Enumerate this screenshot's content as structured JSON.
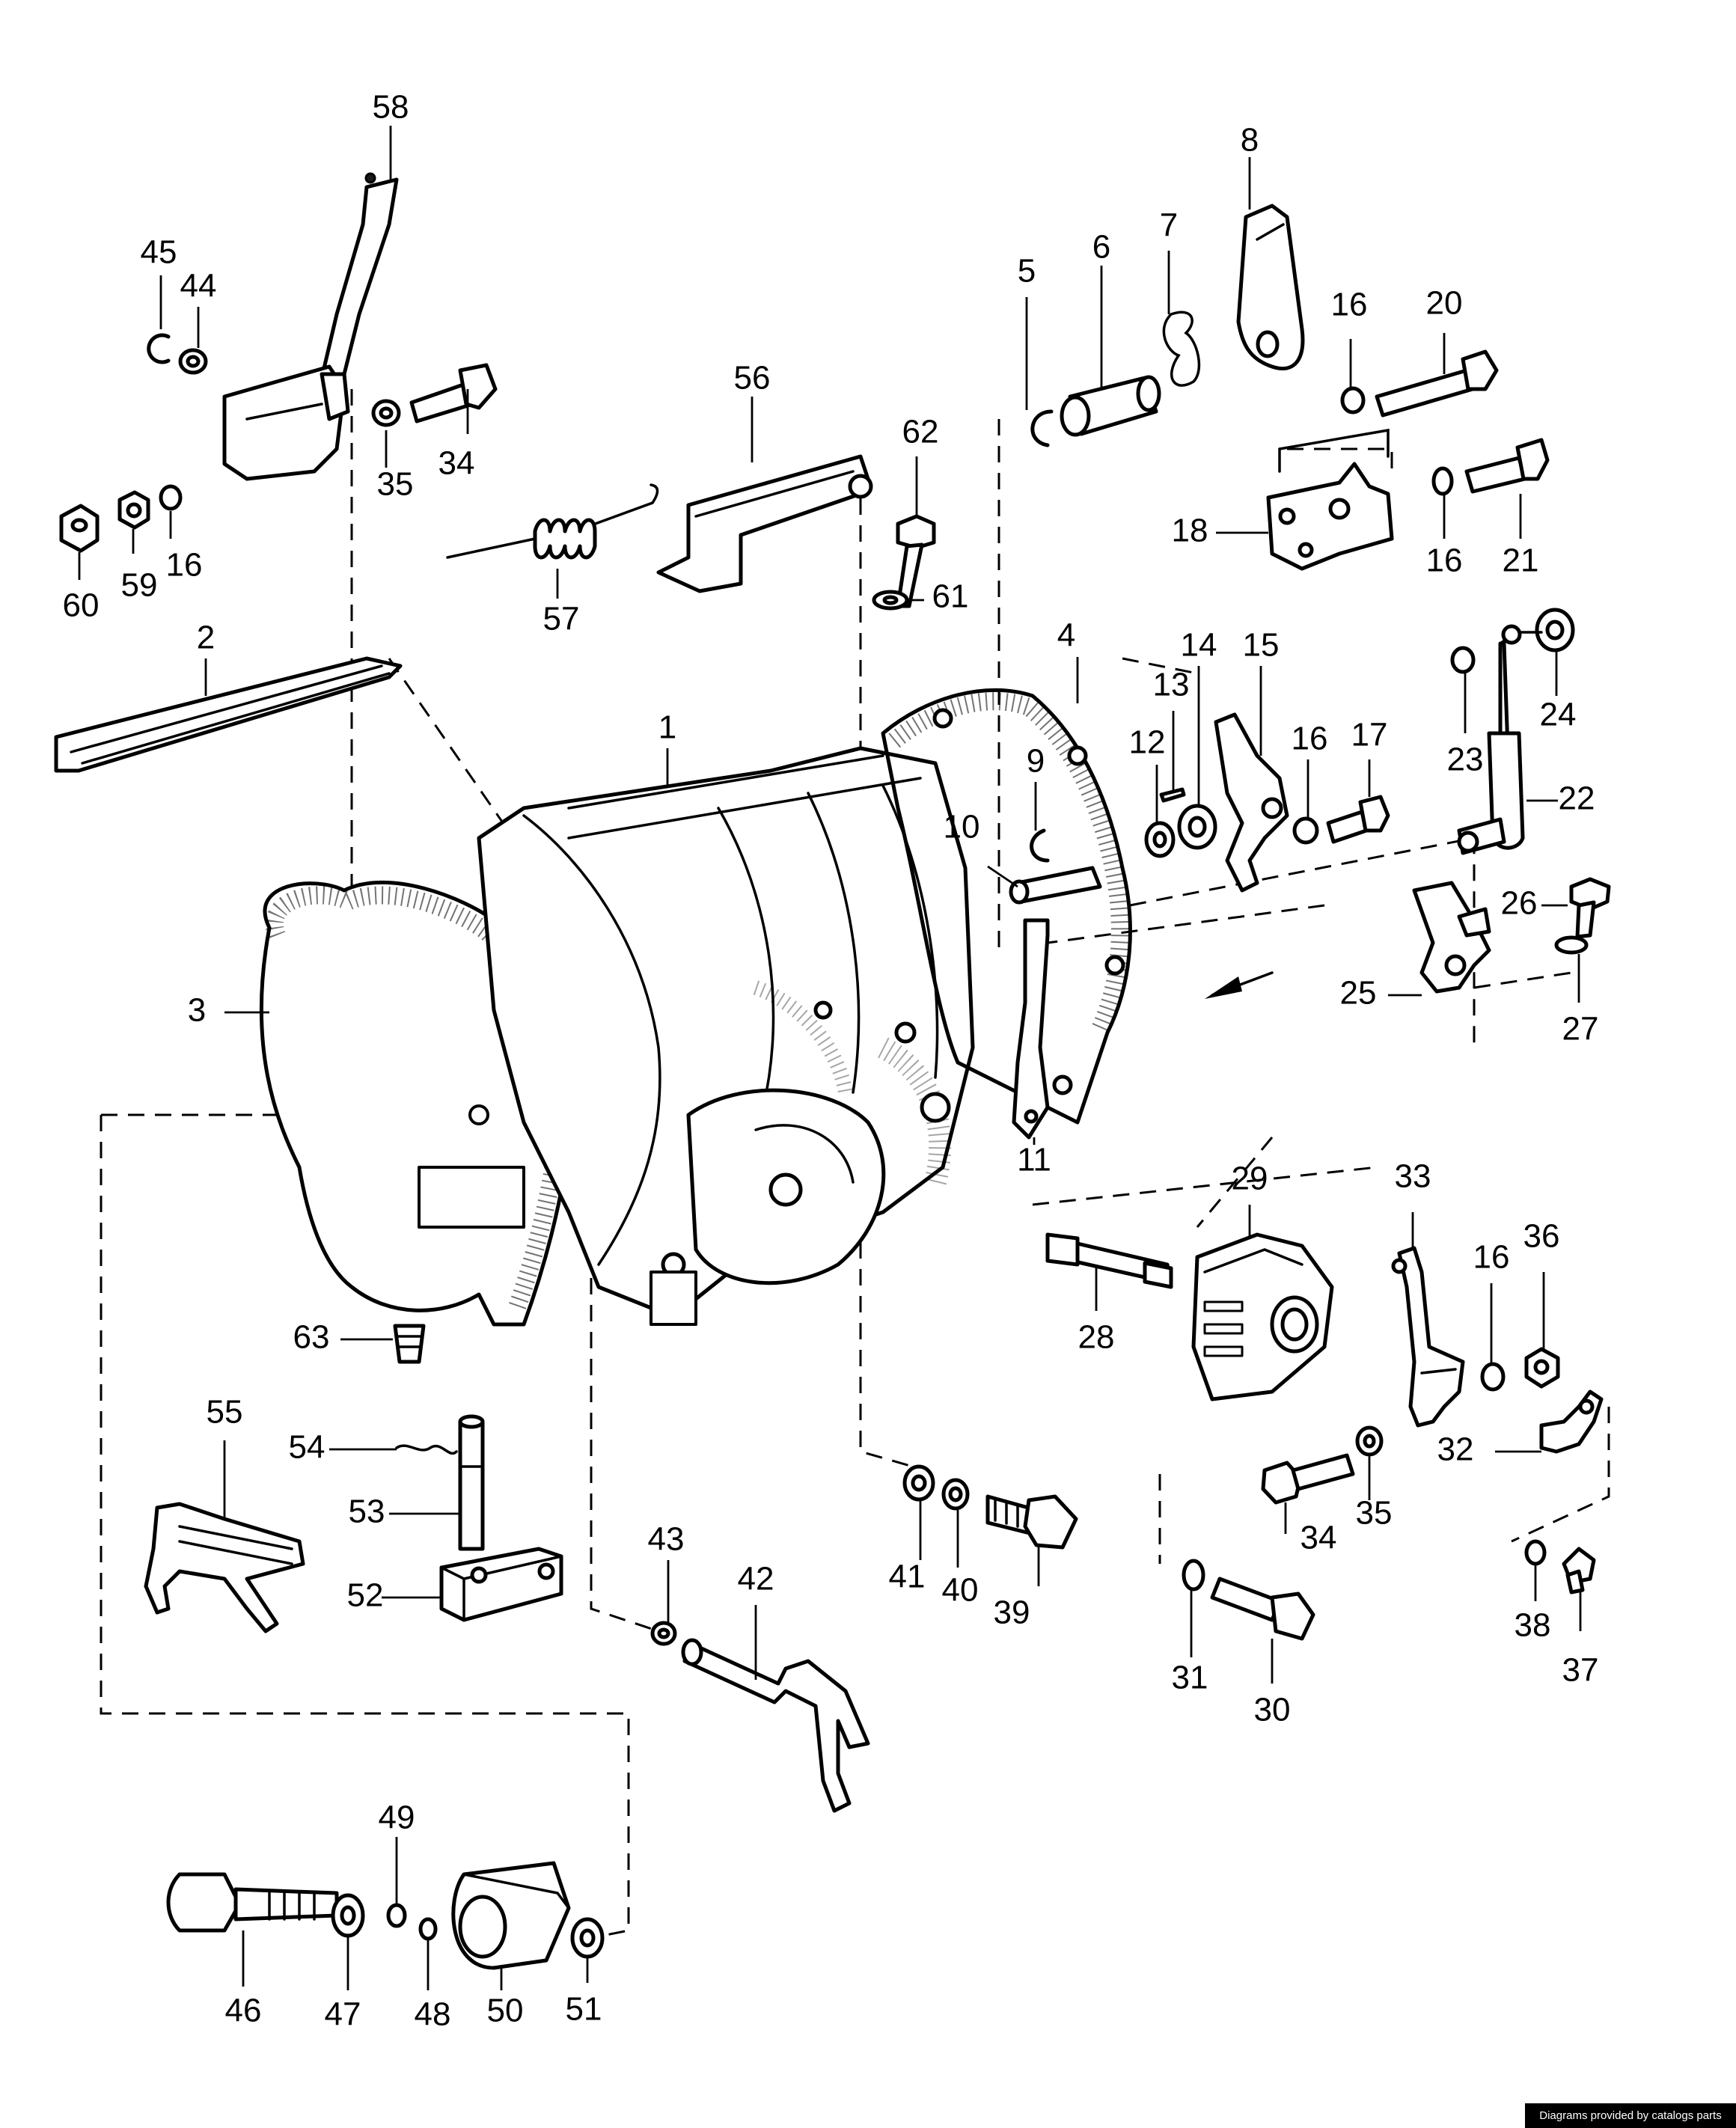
{
  "labels": {
    "p1": "1",
    "p2": "2",
    "p3": "3",
    "p4": "4",
    "p5": "5",
    "p6": "6",
    "p7": "7",
    "p8": "8",
    "p9": "9",
    "p10": "10",
    "p11": "11",
    "p12": "12",
    "p13": "13",
    "p14": "14",
    "p15": "15",
    "p16": "16",
    "p17": "17",
    "p18": "18",
    "p20": "20",
    "p21": "21",
    "p22": "22",
    "p23": "23",
    "p24": "24",
    "p25": "25",
    "p26": "26",
    "p27": "27",
    "p28": "28",
    "p29": "29",
    "p30": "30",
    "p31": "31",
    "p32": "32",
    "p33": "33",
    "p34": "34",
    "p35": "35",
    "p36": "36",
    "p37": "37",
    "p38": "38",
    "p39": "39",
    "p40": "40",
    "p41": "41",
    "p42": "42",
    "p43": "43",
    "p44": "44",
    "p45": "45",
    "p46": "46",
    "p47": "47",
    "p48": "48",
    "p49": "49",
    "p50": "50",
    "p51": "51",
    "p52": "52",
    "p53": "53",
    "p54": "54",
    "p55": "55",
    "p56": "56",
    "p57": "57",
    "p58": "58",
    "p59": "59",
    "p60": "60",
    "p61": "61",
    "p62": "62",
    "p63": "63"
  },
  "credit": "Diagrams provided by catalogs parts"
}
